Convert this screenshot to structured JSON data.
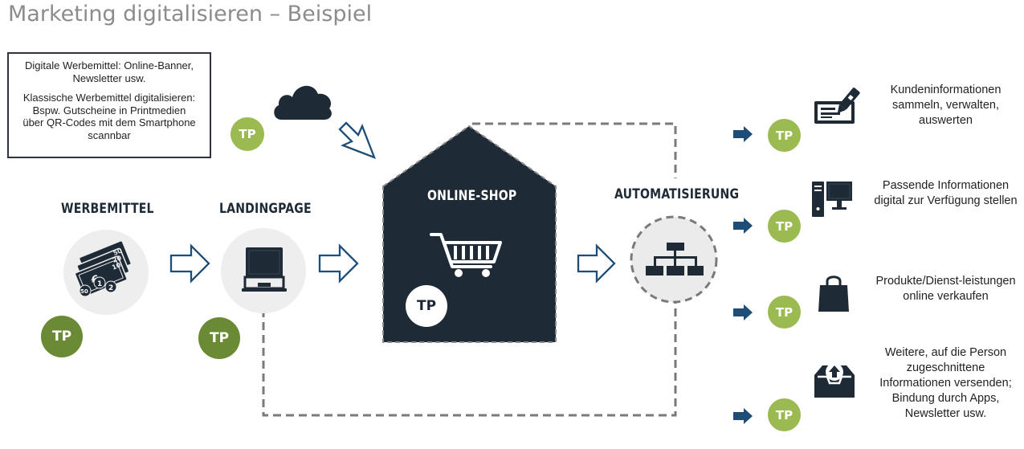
{
  "title": "Marketing digitalisieren – Beispiel",
  "note": {
    "line1": "Digitale Werbemittel: Online-Banner, Newsletter usw.",
    "line2": "Klassische Werbemittel digitalisieren: Bspw. Gutscheine in Printmedien über QR-Codes mit dem Smartphone scannbar"
  },
  "nodes": {
    "werbemittel": "WERBEMITTEL",
    "landingpage": "LANDINGPAGE",
    "onlineshop": "ONLINE-SHOP",
    "automatisierung": "AUTOMATISIERUNG"
  },
  "tp_label": "TP",
  "money_labels": [
    "€",
    "50",
    "20",
    "10",
    "1",
    "2",
    "50"
  ],
  "outputs": [
    "Kundeninformationen sammeln, verwalten, auswerten",
    "Passende Informationen digital zur Verfügung stellen",
    "Produkte/Dienst-leistungen online verkaufen",
    "Weitere, auf die Person zugeschnittene Informationen versenden; Bindung durch Apps, Newsletter usw."
  ],
  "icons": [
    "cloud-icon",
    "money-icon",
    "laptop-icon",
    "shopping-cart-icon",
    "hierarchy-icon",
    "contract-signing-icon",
    "desktop-computer-icon",
    "shopping-bag-icon",
    "inbox-upload-icon"
  ],
  "colors": {
    "dark": "#1f2a37",
    "tp_dark": "#6b8a36",
    "tp_light": "#9bbb52",
    "title_gray": "#8c8c8c",
    "arrow_blue": "#1e4e78"
  }
}
